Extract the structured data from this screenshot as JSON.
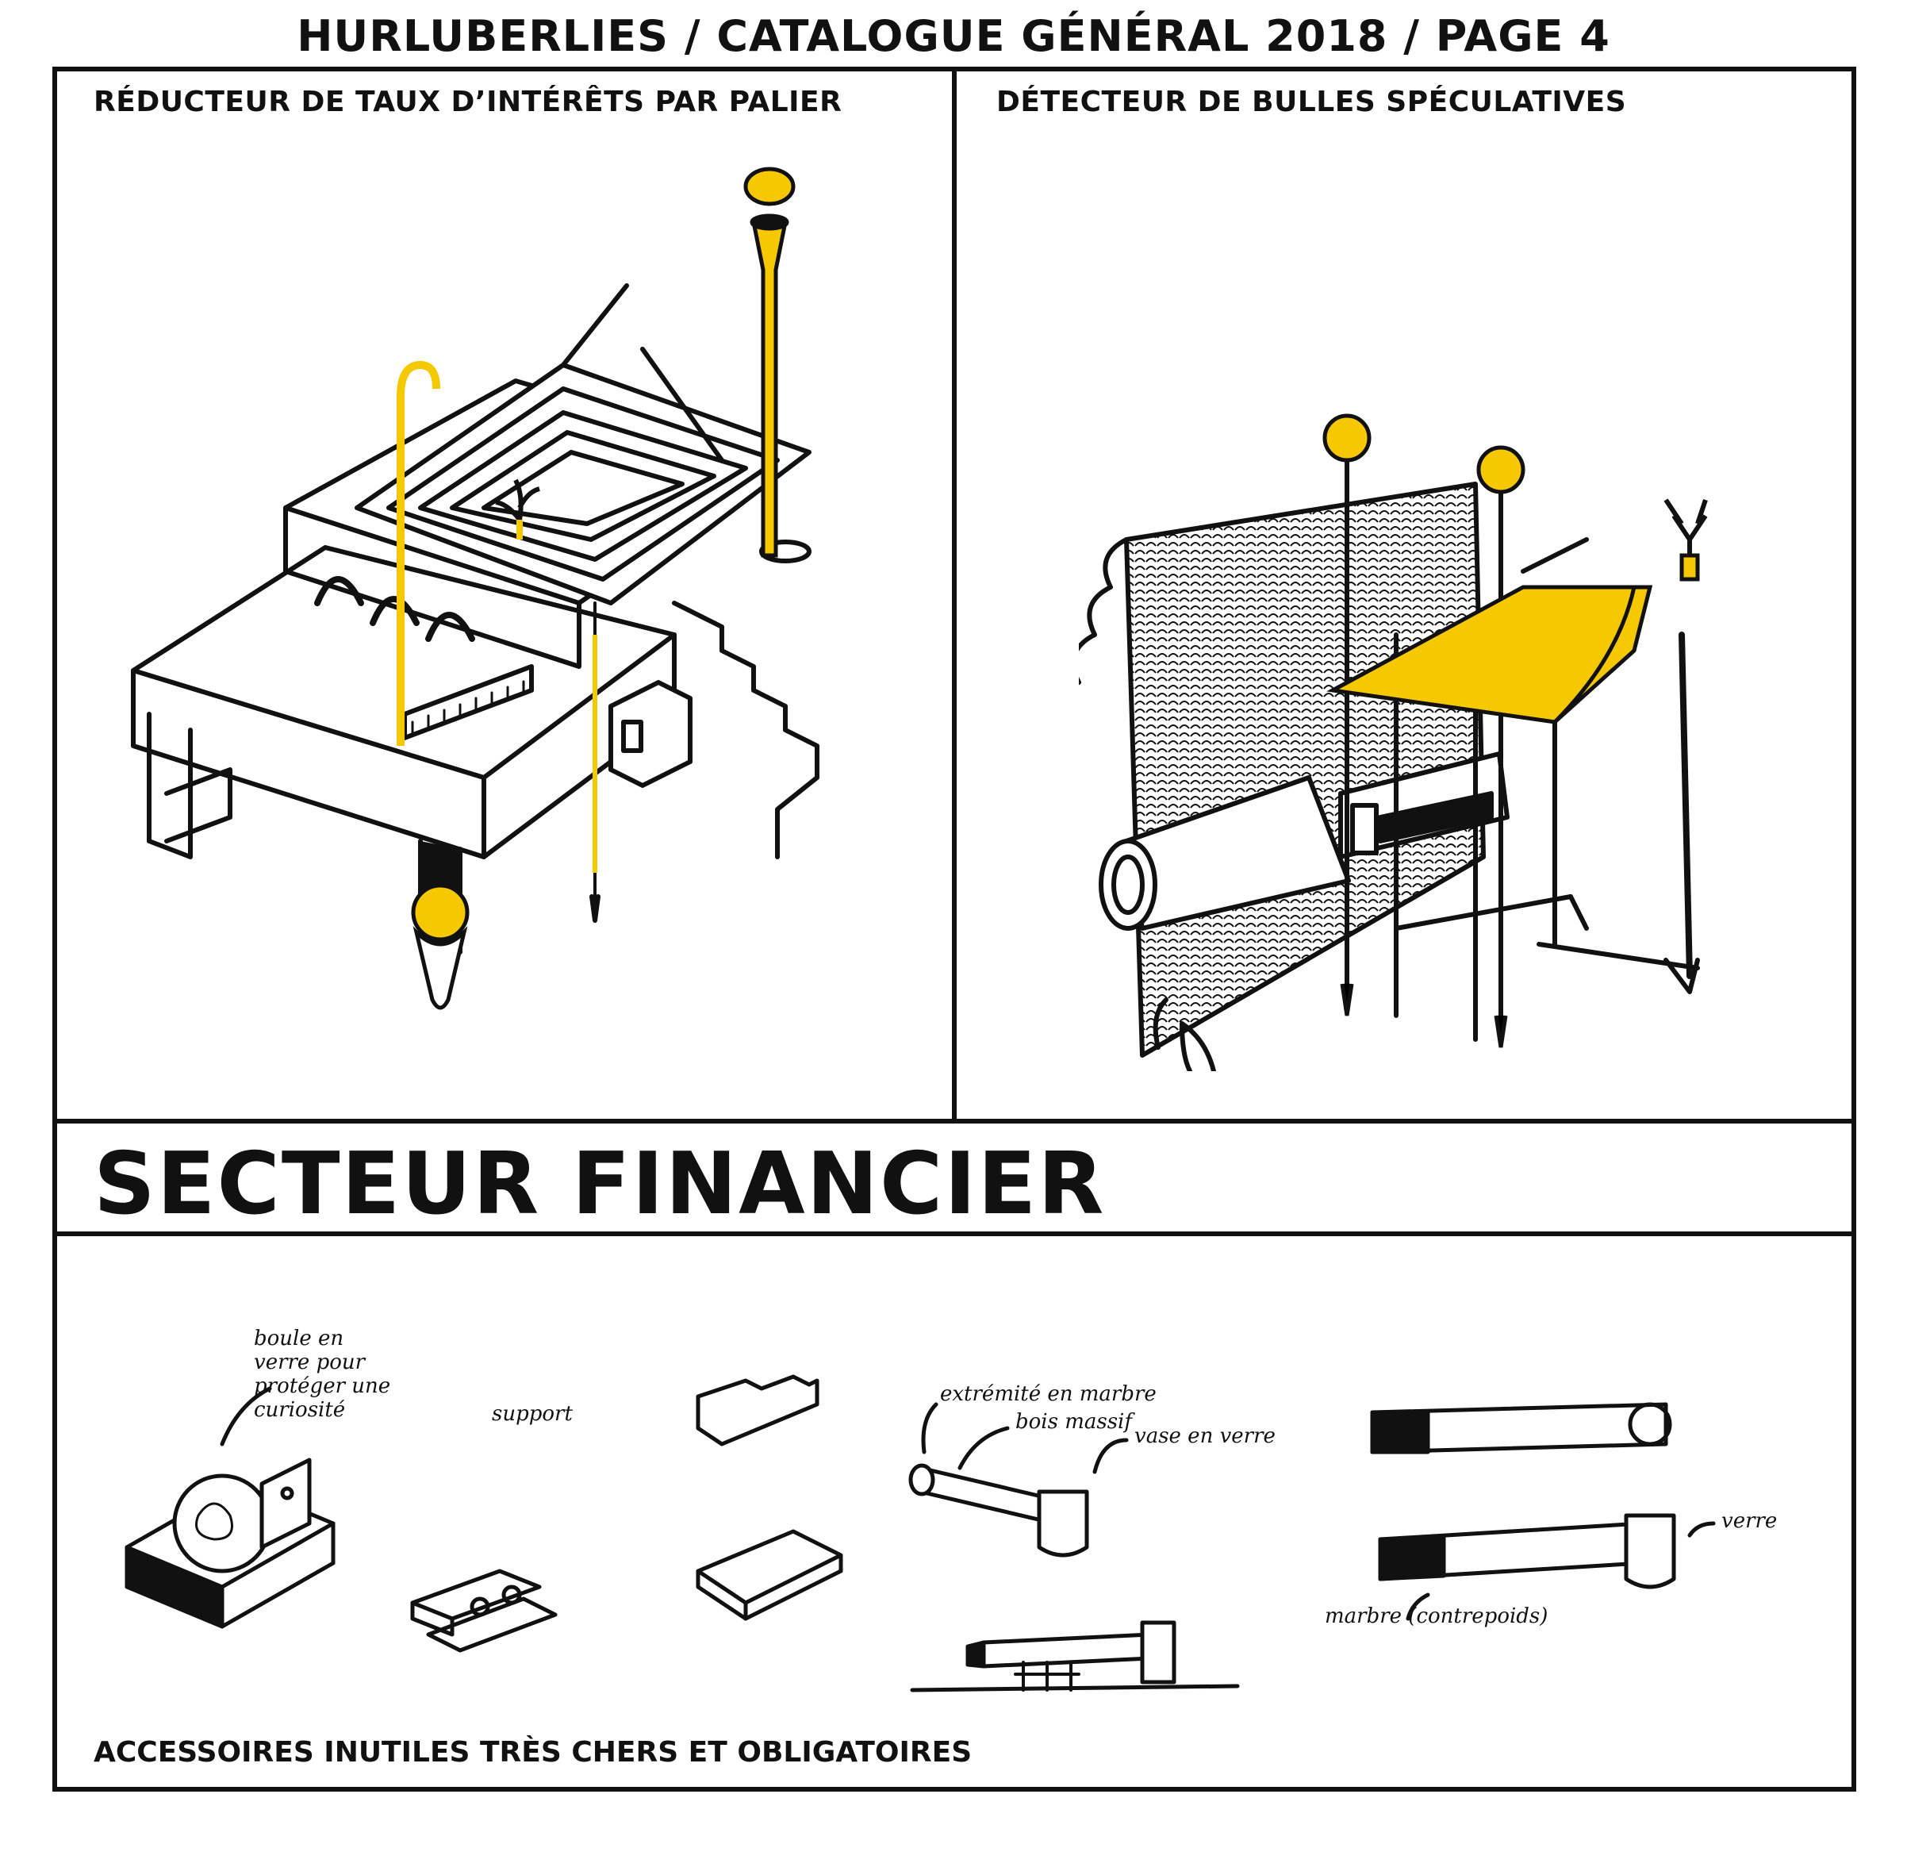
{
  "header": {
    "title": "HURLUBERLIES / CATALOGUE GÉNÉRAL 2018 / PAGE 4"
  },
  "panels": {
    "left": {
      "title": "RÉDUCTEUR DE TAUX D’INTÉRÊTS PAR PALIER"
    },
    "right": {
      "title": "DÉTECTEUR DE BULLES SPÉCULATIVES"
    }
  },
  "section": {
    "title": "SECTEUR FINANCIER"
  },
  "accessories": {
    "caption": "ACCESSOIRES INUTILES TRÈS CHERS ET OBLIGATOIRES",
    "notes": {
      "glass_ball": [
        "boule en",
        "verre pour",
        "protéger une",
        "curiosité"
      ],
      "support": "support",
      "marble_tip": "extrémité en marbre",
      "solid_wood": "bois massif",
      "glass_vase": "vase en verre",
      "glass": "verre",
      "marble_counterweight": "marbre (contrepoids)"
    }
  },
  "colors": {
    "ink": "#111111",
    "accent": "#F5C800",
    "paper": "#FFFFFF"
  }
}
